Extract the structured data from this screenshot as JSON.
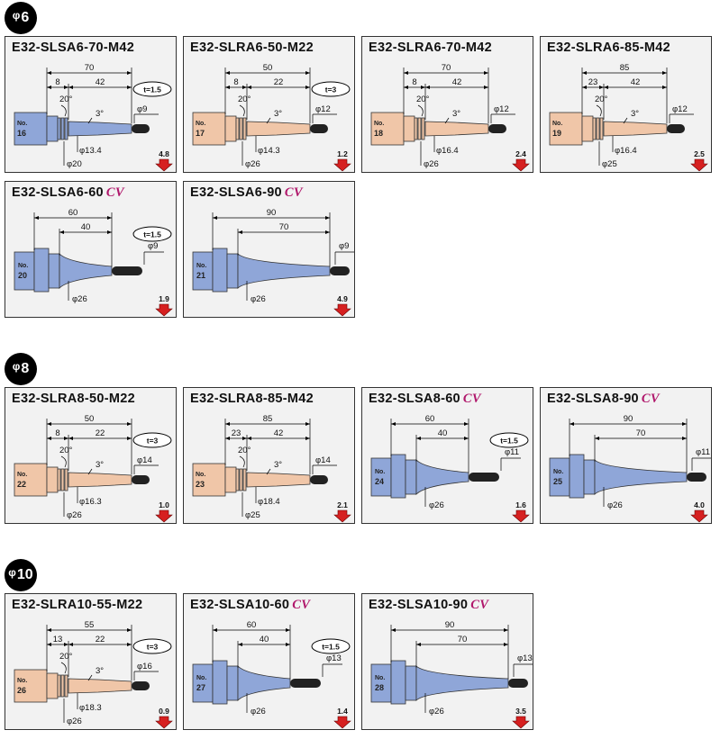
{
  "sections": [
    {
      "label": "6",
      "cards": [
        {
          "title": "E32-SLSA6-70-M42",
          "cv": false,
          "no": "16",
          "color": "blue",
          "profile": "ra",
          "dims": {
            "total": "70",
            "step1": "8",
            "step2": "42",
            "angle": "20°",
            "taper": "3°",
            "tip": "φ9",
            "d1": "φ13.4",
            "d2": "φ20"
          },
          "t": "t=1.5",
          "weight": "4.8"
        },
        {
          "title": "E32-SLRA6-50-M22",
          "cv": false,
          "no": "17",
          "color": "pink",
          "profile": "ra",
          "dims": {
            "total": "50",
            "step1": "8",
            "step2": "22",
            "angle": "20°",
            "taper": "3°",
            "tip": "φ12",
            "d1": "φ14.3",
            "d2": "φ26"
          },
          "t": "t=3",
          "weight": "1.2"
        },
        {
          "title": "E32-SLRA6-70-M42",
          "cv": false,
          "no": "18",
          "color": "pink",
          "profile": "ra",
          "dims": {
            "total": "70",
            "step1": "8",
            "step2": "42",
            "angle": "20°",
            "taper": "3°",
            "tip": "φ12",
            "d1": "φ16.4",
            "d2": "φ26"
          },
          "t": "",
          "weight": "2.4"
        },
        {
          "title": "E32-SLRA6-85-M42",
          "cv": false,
          "no": "19",
          "color": "pink",
          "profile": "ra",
          "dims": {
            "total": "85",
            "step1": "23",
            "step2": "42",
            "angle": "20°",
            "taper": "3°",
            "tip": "φ12",
            "d1": "φ16.4",
            "d2": "φ25"
          },
          "t": "",
          "weight": "2.5"
        },
        {
          "title": "E32-SLSA6-60",
          "cv": true,
          "cv_label": "CV",
          "no": "20",
          "color": "blue",
          "profile": "sa",
          "dims": {
            "total": "60",
            "step2": "40",
            "tip": "φ9",
            "d2": "φ26"
          },
          "t": "t=1.5",
          "weight": "1.9"
        },
        {
          "title": "E32-SLSA6-90",
          "cv": true,
          "cv_label": "CV",
          "no": "21",
          "color": "blue",
          "profile": "sa",
          "dims": {
            "total": "90",
            "step2": "70",
            "tip": "φ9",
            "d2": "φ26"
          },
          "t": "",
          "weight": "4.9"
        }
      ]
    },
    {
      "label": "8",
      "cards": [
        {
          "title": "E32-SLRA8-50-M22",
          "cv": false,
          "no": "22",
          "color": "pink",
          "profile": "ra",
          "dims": {
            "total": "50",
            "step1": "8",
            "step2": "22",
            "angle": "20°",
            "taper": "3°",
            "tip": "φ14",
            "d1": "φ16.3",
            "d2": "φ26"
          },
          "t": "t=3",
          "weight": "1.0"
        },
        {
          "title": "E32-SLRA8-85-M42",
          "cv": false,
          "no": "23",
          "color": "pink",
          "profile": "ra",
          "dims": {
            "total": "85",
            "step1": "23",
            "step2": "42",
            "angle": "20°",
            "taper": "3°",
            "tip": "φ14",
            "d1": "φ18.4",
            "d2": "φ25"
          },
          "t": "",
          "weight": "2.1"
        },
        {
          "title": "E32-SLSA8-60",
          "cv": true,
          "cv_label": "CV",
          "no": "24",
          "color": "blue",
          "profile": "sa",
          "dims": {
            "total": "60",
            "step2": "40",
            "tip": "φ11",
            "d2": "φ26"
          },
          "t": "t=1.5",
          "weight": "1.6"
        },
        {
          "title": "E32-SLSA8-90",
          "cv": true,
          "cv_label": "CV",
          "no": "25",
          "color": "blue",
          "profile": "sa",
          "dims": {
            "total": "90",
            "step2": "70",
            "tip": "φ11",
            "d2": "φ26"
          },
          "t": "",
          "weight": "4.0"
        }
      ]
    },
    {
      "label": "10",
      "cards": [
        {
          "title": "E32-SLRA10-55-M22",
          "cv": false,
          "no": "26",
          "color": "pink",
          "profile": "ra",
          "dims": {
            "total": "55",
            "step1": "13",
            "step2": "22",
            "angle": "20°",
            "taper": "3°",
            "tip": "φ16",
            "d1": "φ18.3",
            "d2": "φ26"
          },
          "t": "t=3",
          "weight": "0.9"
        },
        {
          "title": "E32-SLSA10-60",
          "cv": true,
          "cv_label": "CV",
          "no": "27",
          "color": "blue",
          "profile": "sa",
          "dims": {
            "total": "60",
            "step2": "40",
            "tip": "φ13",
            "d2": "φ26"
          },
          "t": "t=1.5",
          "weight": "1.4"
        },
        {
          "title": "E32-SLSA10-90",
          "cv": true,
          "cv_label": "CV",
          "no": "28",
          "color": "blue",
          "profile": "sa",
          "dims": {
            "total": "90",
            "step2": "70",
            "tip": "φ13",
            "d2": "φ26"
          },
          "t": "",
          "weight": "3.5"
        }
      ]
    }
  ],
  "no_prefix": "No.",
  "phi_symbol": "φ",
  "colors": {
    "blue": "#8fa6d8",
    "pink": "#f0c6a8",
    "rod": "#222222",
    "arrow": "#d62020"
  }
}
